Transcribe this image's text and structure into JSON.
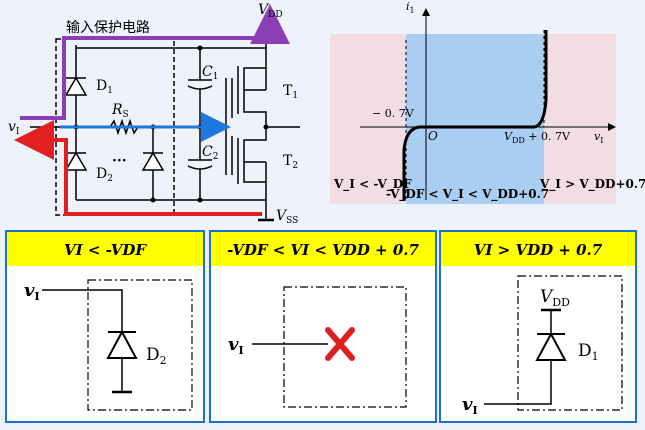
{
  "circuit": {
    "title": "输入保护电路",
    "vdd_label": "DD",
    "vss_label": "SS",
    "c1_label": "1",
    "c2_label": "2",
    "t1_label": "1",
    "t2_label": "2",
    "rs_label": "S",
    "d1_label": "1",
    "d2_label": "2",
    "vi_label": "I",
    "dots": "···"
  },
  "graph": {
    "y_axis_label": "1",
    "x_axis_label": "I",
    "origin_label": "O",
    "neg_label": "− 0. 7V",
    "pos_label_main": "V",
    "pos_label_sub": "DD",
    "pos_label_rest": " + 0. 7V",
    "region_labels": {
      "left": "V_I < -V_DF",
      "mid": "-V_DF < V_I < V_DD+0.7",
      "right": "V_I > V_DD+0.7"
    }
  },
  "panels": [
    {
      "header": "VI < -VDF",
      "vi": "I",
      "diode": "2"
    },
    {
      "header": "-VDF < VI < VDD + 0.7",
      "vi": "I"
    },
    {
      "header": "VI > VDD + 0.7",
      "vi": "I",
      "vdd": "DD",
      "diode": "1"
    }
  ],
  "colors": {
    "purple": "#8a3fb5",
    "red": "#e02020",
    "blue": "#1f78e0",
    "header_yellow": "#ffff00",
    "panel_border": "#1f6fd1",
    "region_blue": "#aacdf2",
    "region_pink": "#f2dde4",
    "cross": "#e02020"
  }
}
